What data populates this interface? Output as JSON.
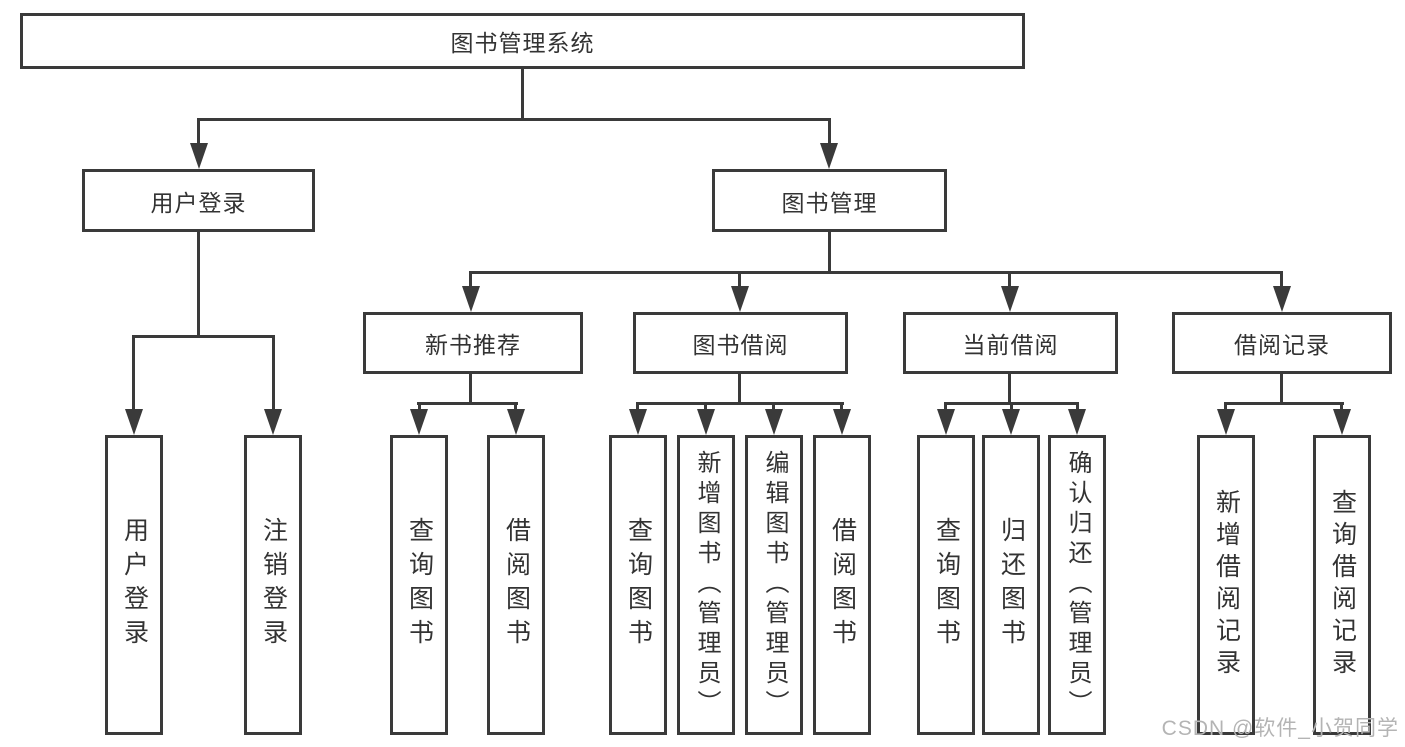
{
  "nodes": {
    "root": "图书管理系统",
    "user_login": "用户登录",
    "book_mgmt": "图书管理",
    "new_book": "新书推荐",
    "book_borrow": "图书借阅",
    "current_borrow": "当前借阅",
    "borrow_records": "借阅记录"
  },
  "leaves": [
    "用户登录",
    "注销登录",
    "查询图书",
    "借阅图书",
    "查询图书",
    "新增图书（管理员）",
    "编辑图书（管理员）",
    "借阅图书",
    "查询图书",
    "归还图书",
    "确认归还（管理员）",
    "新增借阅记录",
    "查询借阅记录"
  ],
  "watermark": "CSDN @软件_小贺同学",
  "colors": {
    "line": "#3a3a3a",
    "text": "#333333",
    "watermark": "#b4b4b4",
    "background": "#ffffff"
  }
}
